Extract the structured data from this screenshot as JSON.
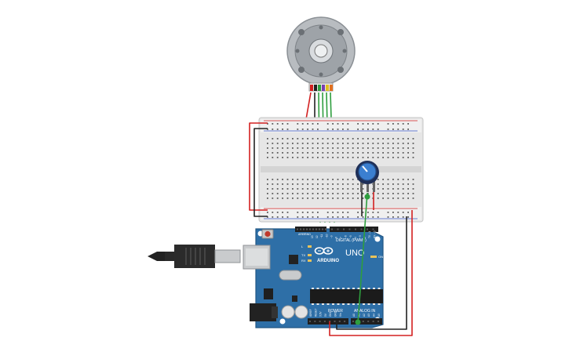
{
  "canvas": {
    "background": "#ffffff"
  },
  "arduino": {
    "brand": "ARDUINO",
    "model": "UNO",
    "label_on": "ON",
    "label_tx": "TX",
    "label_rx": "RX",
    "label_l": "L",
    "label_aref": "AREF",
    "label_gnd": "GND",
    "digital_label": "DIGITAL (PWM~)",
    "power_label": "POWER",
    "analog_label": "ANALOG IN",
    "digital_pins": [
      "13",
      "12",
      "~11",
      "~10",
      "~9",
      "8",
      "7",
      "~6",
      "~5",
      "4",
      "~3",
      "2",
      "TX→1",
      "RX←0"
    ],
    "power_pins": [
      "IOREF",
      "RESET",
      "3.3V",
      "5V",
      "GND",
      "GND",
      "Vin"
    ],
    "analog_pins": [
      "A0",
      "A1",
      "A2",
      "A3",
      "A4",
      "A5"
    ],
    "board_color": "#2e6fa7"
  },
  "encoder_motor": {
    "wire_colors": [
      "#d32020",
      "#222222",
      "#2e9e3e",
      "#7a3fb0",
      "#e0c020",
      "#e07020"
    ]
  },
  "wire_colors": {
    "power": "#d32020",
    "ground": "#222222",
    "signal": "#2e9e3e"
  },
  "icons": [
    "usb-cable-icon",
    "reset-button-icon",
    "arduino-logo-icon",
    "potentiometer-icon"
  ]
}
